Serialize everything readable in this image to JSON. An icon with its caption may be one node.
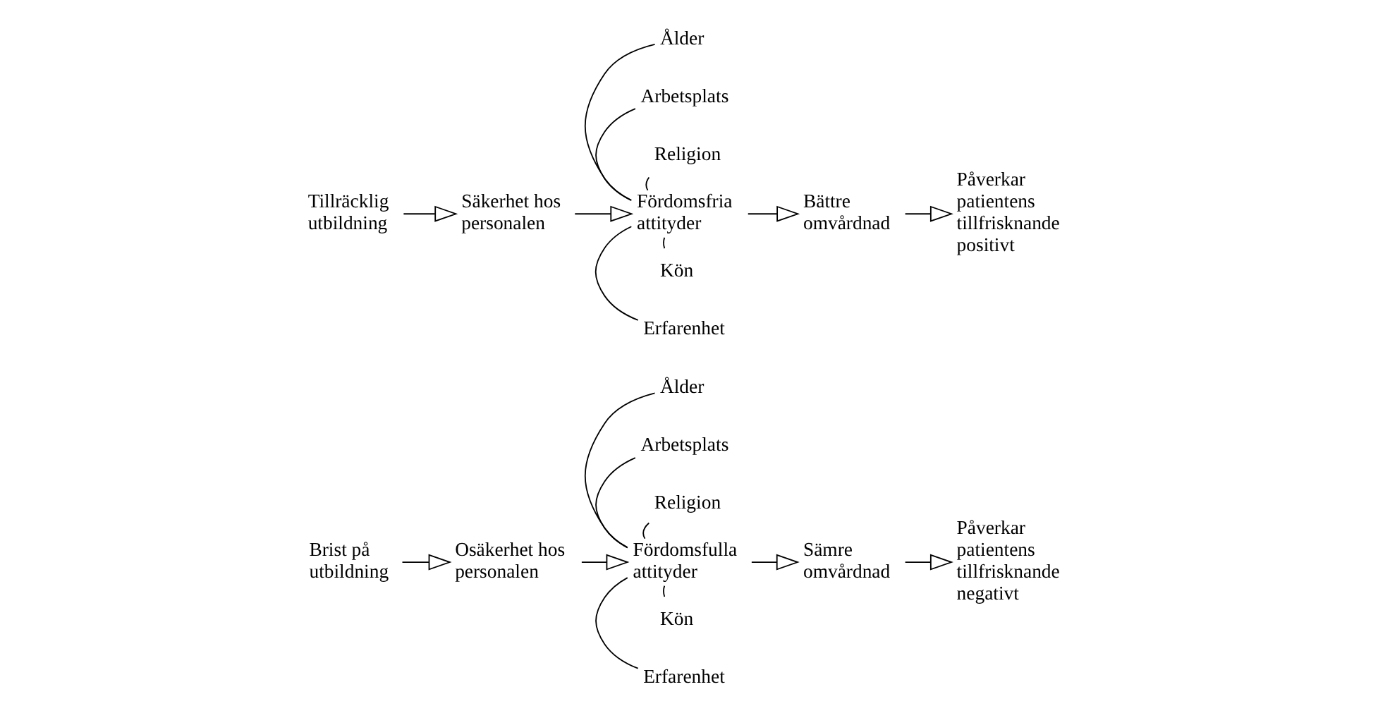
{
  "diagram": {
    "nodes": [
      {
        "text": [
          "Arbetsplats"
        ]
      },
      {
        "text": [
          "Ålder"
        ]
      },
      {
        "text": [
          "Religion"
        ]
      },
      {
        "text": [
          "Brist på utbildning"
        ]
      },
      {
        "text": [
          "Osäkerhet hos personalen"
        ]
      },
      {
        "text": [
          "Fördomsfulla attityder"
        ]
      },
      {
        "text": [
          "Sämre omvårdnad"
        ]
      },
      {
        "text": [
          "Påverkar patientens tillfrisknande negativt"
        ]
      },
      {
        "text": [
          "Kön"
        ]
      },
      {
        "text": [
          "Erfarenhet"
        ]
      },
      {
        "text": [
          "Arbetsplats"
        ]
      },
      {
        "text": [
          "Ålder"
        ]
      },
      {
        "text": [
          "Religion"
        ]
      },
      {
        "text": [
          "Tillräcklig utbildning"
        ]
      },
      {
        "text": [
          "Säkerhet hos personalen"
        ]
      },
      {
        "text": [
          "Fördomsfria attityder"
        ]
      },
      {
        "text": [
          "Bättre omvårdnad"
        ]
      },
      {
        "text": [
          "Påverkar patientens tillfrisknande positivt"
        ]
      },
      {
        "text": [
          "Kön"
        ]
      },
      {
        "text": [
          "Erfarenhet"
        ]
      }
    ],
    "edges": [
      {
        "from": 1,
        "to": 5,
        "arrow": "none"
      },
      {
        "from": 0,
        "to": 5,
        "arrow": "none"
      },
      {
        "from": 2,
        "to": 5,
        "arrow": "none"
      },
      {
        "from": 3,
        "to": 4,
        "arrow": "to"
      },
      {
        "from": 4,
        "to": 5,
        "arrow": "to"
      },
      {
        "from": 5,
        "to": 6,
        "arrow": "to"
      },
      {
        "from": 6,
        "to": 7,
        "arrow": "to"
      },
      {
        "from": 8,
        "to": 5,
        "arrow": "none"
      },
      {
        "from": 9,
        "to": 5,
        "arrow": "none"
      },
      {
        "from": 11,
        "to": 15,
        "arrow": "none"
      },
      {
        "from": 10,
        "to": 15,
        "arrow": "none"
      },
      {
        "from": 12,
        "to": 15,
        "arrow": "none"
      },
      {
        "from": 13,
        "to": 14,
        "arrow": "to"
      },
      {
        "from": 14,
        "to": 15,
        "arrow": "to"
      },
      {
        "from": 15,
        "to": 16,
        "arrow": "to"
      },
      {
        "from": 16,
        "to": 17,
        "arrow": "to"
      },
      {
        "from": 18,
        "to": 15,
        "arrow": "none"
      },
      {
        "from": 19,
        "to": 15,
        "arrow": "none"
      }
    ]
  }
}
